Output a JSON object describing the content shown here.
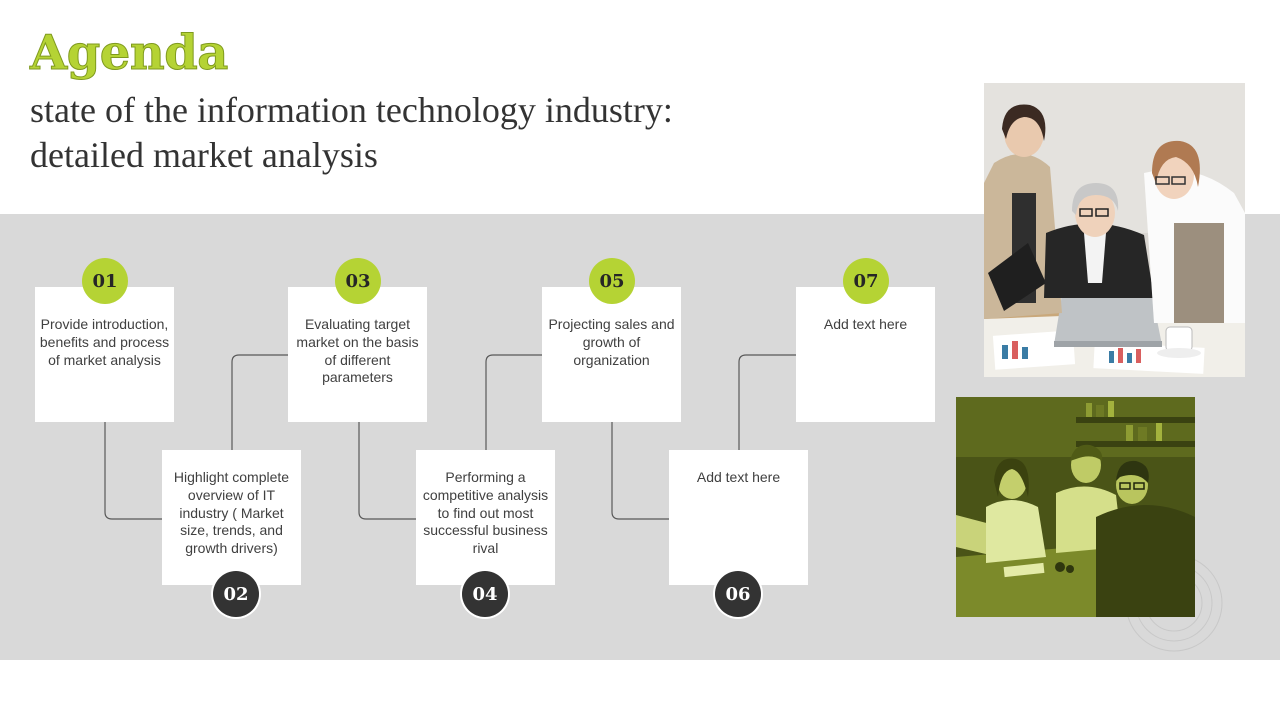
{
  "header": {
    "title": "Agenda",
    "subtitle_line1": "state of the information technology industry:",
    "subtitle_line2": "detailed market analysis"
  },
  "steps": [
    {
      "number": "01",
      "text": "Provide introduction, benefits and process of market analysis"
    },
    {
      "number": "02",
      "text": "Highlight complete overview of IT industry ( Market size, trends, and growth drivers)"
    },
    {
      "number": "03",
      "text": "Evaluating target market on the basis of different parameters"
    },
    {
      "number": "04",
      "text": "Performing a competitive analysis to find out most successful business rival"
    },
    {
      "number": "05",
      "text": "Projecting sales and growth of organization"
    },
    {
      "number": "06",
      "text": "Add text here"
    },
    {
      "number": "07",
      "text": "Add text here"
    }
  ],
  "images": {
    "photo_1": "team-meeting-photo",
    "photo_2": "group-discussion-photo-tinted"
  },
  "colors": {
    "accent_green": "#b5d334",
    "dark_badge": "#333333",
    "band_gray": "#d9d9d9"
  }
}
